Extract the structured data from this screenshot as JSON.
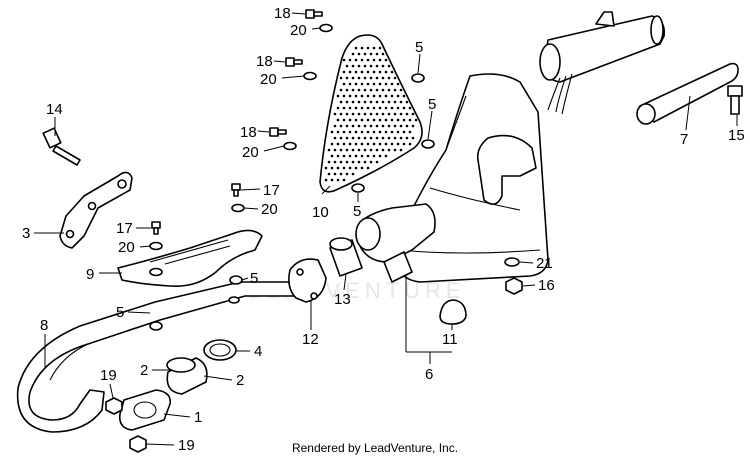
{
  "watermark": "LEADVENTURE",
  "footer": "Rendered by LeadVenture, Inc.",
  "callouts": {
    "c18a": "18",
    "c20a": "20",
    "c18b": "18",
    "c20b": "20",
    "c18c": "18",
    "c20c": "20",
    "c14": "14",
    "c5a": "5",
    "c5b": "5",
    "c5c": "5",
    "c10": "10",
    "c17a": "17",
    "c20d": "20",
    "c17b": "17",
    "c20e": "20",
    "c3": "3",
    "c9": "9",
    "c5d": "5",
    "c5e": "5",
    "c7": "7",
    "c15": "15",
    "c21": "21",
    "c16": "16",
    "c13": "13",
    "c12": "12",
    "c11": "11",
    "c6": "6",
    "c8": "8",
    "c4": "4",
    "c2a": "2",
    "c2b": "2",
    "c1": "1",
    "c19a": "19",
    "c19b": "19"
  }
}
